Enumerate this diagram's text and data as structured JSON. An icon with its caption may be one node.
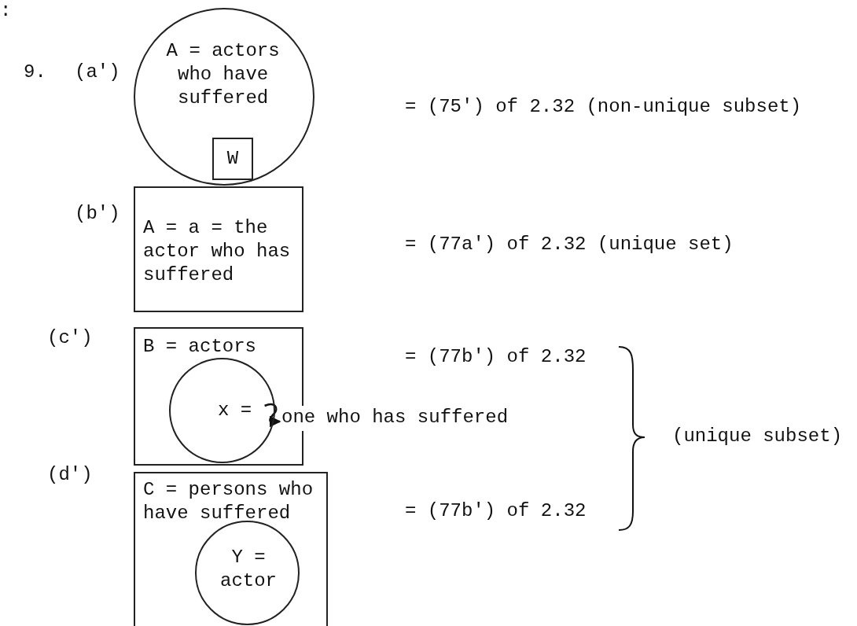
{
  "diagram": {
    "nodes": [
      {
        "text": [
          "A = actors who have suffered"
        ]
      },
      {
        "text": [
          "W"
        ],
        "in": 0
      },
      {
        "text": [
          "A = a = the actor who has suffered"
        ]
      },
      {
        "text": [
          "B = actors"
        ]
      },
      {
        "text": [
          "x ="
        ],
        "in": 3
      },
      {
        "text": [
          "one who has suffered"
        ]
      },
      {
        "text": [
          "C = persons who have suffered"
        ]
      },
      {
        "text": [
          "Y = actor"
        ],
        "in": 6
      }
    ],
    "edges": [
      {
        "from": 4,
        "to": 5,
        "arrow": "to"
      }
    ],
    "labels": [
      ":",
      "9.",
      "(a')",
      "= (75') of 2.32 (non-unique subset)",
      "(b')",
      "= (77a') of 2.32 (unique set)",
      "(c')",
      "= (77b') of 2.32",
      "(d')",
      "= (77b') of 2.32",
      "(unique subset)"
    ]
  }
}
